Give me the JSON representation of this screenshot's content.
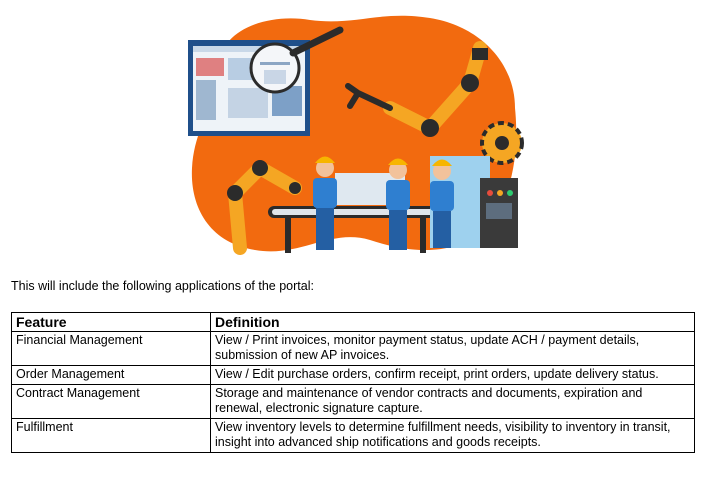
{
  "intro_text": "This will include the following applications of the portal:",
  "table": {
    "headers": [
      "Feature",
      "Definition"
    ],
    "rows": [
      {
        "feature": "Financial Management",
        "definition": "View / Print invoices, monitor payment status, update ACH / payment details, submission of new AP invoices."
      },
      {
        "feature": "Order Management",
        "definition": "View / Edit purchase orders, confirm receipt, print orders, update delivery status."
      },
      {
        "feature": "Contract Management",
        "definition": "Storage and maintenance of vendor contracts and documents, expiration and renewal, electronic signature capture."
      },
      {
        "feature": "Fulfillment",
        "definition": "View inventory levels to determine fulfillment needs, visibility to inventory in transit, insight into advanced ship notifications and goods receipts."
      }
    ]
  },
  "colors": {
    "blob": "#f26a0f",
    "robot": "#f5a623",
    "worker_shirt": "#2f7fd0",
    "helmet": "#f7b500"
  }
}
